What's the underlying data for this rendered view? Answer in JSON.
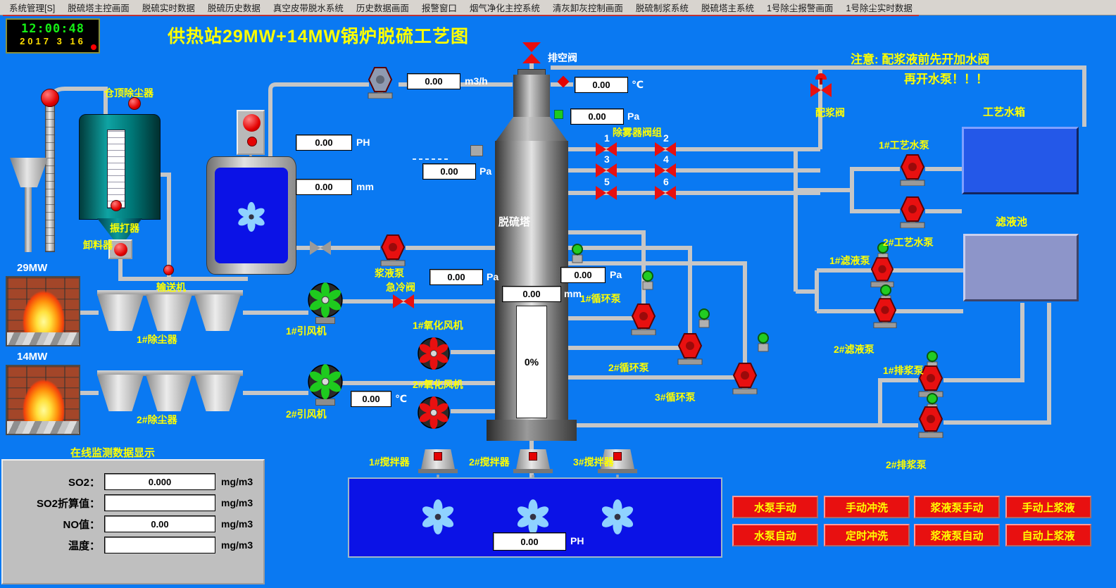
{
  "menu": {
    "items": [
      "系统管理[S]",
      "脱硫塔主控画面",
      "脱硫实时数据",
      "脱硫历史数据",
      "真空皮带脱水系统",
      "历史数据画面",
      "报警窗口",
      "烟气净化主控系统",
      "清灰卸灰控制画面",
      "脱硫制浆系统",
      "脱硫塔主系统",
      "1号除尘报警画面",
      "1号除尘实时数据"
    ]
  },
  "clock": {
    "time": "12:00:48",
    "date": "2017 3 16"
  },
  "header": {
    "title": "供热站29MW+14MW锅炉脱硫工艺图",
    "notice_line1": "注意: 配浆液前先开加水阀",
    "notice_line2": "再开水泵！！！"
  },
  "labels": {
    "silo": "仓顶除尘器",
    "rapper": "振打器",
    "discharger": "卸料器",
    "conveyor": "输送机",
    "boiler29": "29MW",
    "boiler14": "14MW",
    "dust1": "1#除尘器",
    "dust2": "2#除尘器",
    "idfan1": "1#引风机",
    "idfan2": "2#引风机",
    "slurry_pump": "浆液泵",
    "quench_valve": "急冷阀",
    "vent_valve": "排空阀",
    "tower": "脱硫塔",
    "demister_group": "除雾器阀组",
    "oxfan1": "1#氧化风机",
    "oxfan2": "2#氧化风机",
    "circ1": "1#循环泵",
    "circ2": "2#循环泵",
    "circ3": "3#循环泵",
    "prep_valve": "配浆阀",
    "procpump1": "1#工艺水泵",
    "procpump2": "2#工艺水泵",
    "water_tank": "工艺水箱",
    "filtrate_pool": "滤液池",
    "filtpump1": "1#滤液泵",
    "filtpump2": "2#滤液泵",
    "drainpump1": "1#排浆泵",
    "drainpump2": "2#排浆泵",
    "agit1": "1#搅拌器",
    "agit2": "2#搅拌器",
    "agit3": "3#搅拌器"
  },
  "valve_numbers": [
    "1",
    "2",
    "3",
    "4",
    "5",
    "6"
  ],
  "displays": {
    "flow": {
      "value": "0.00",
      "unit": "m3/h"
    },
    "temp_top": {
      "value": "0.00",
      "unit": "℃"
    },
    "pa_top": {
      "value": "0.00",
      "unit": "Pa"
    },
    "ph_tank": {
      "value": "0.00",
      "unit": "PH"
    },
    "pa_duct": {
      "value": "0.00",
      "unit": "Pa"
    },
    "level_tank": {
      "value": "0.00",
      "unit": "mm"
    },
    "pa_inlet": {
      "value": "0.00",
      "unit": "Pa"
    },
    "pa_tower": {
      "value": "0.00",
      "unit": "Pa"
    },
    "tower_level": {
      "value": "0.00",
      "unit": "mm"
    },
    "tower_percent": "0%",
    "temp_flue": {
      "value": "0.00",
      "unit": "℃"
    },
    "pool_ph": {
      "value": "0.00",
      "unit": "PH"
    }
  },
  "monitor": {
    "title": "在线监测数据显示",
    "rows": [
      {
        "label": "SO2：",
        "value": "0.000",
        "unit": "mg/m3"
      },
      {
        "label": "SO2折算值：",
        "value": "",
        "unit": "mg/m3"
      },
      {
        "label": "NO值：",
        "value": "0.00",
        "unit": "mg/m3"
      },
      {
        "label": "温度：",
        "value": "",
        "unit": "mg/m3"
      }
    ]
  },
  "buttons": {
    "items": [
      "水泵手动",
      "手动冲洗",
      "浆液泵手动",
      "手动上浆液",
      "水泵自动",
      "定时冲洗",
      "浆液泵自动",
      "自动上浆液"
    ]
  },
  "colors": {
    "background": "#0a79f2",
    "pipe": "#c6c6c6",
    "alarm_red": "#e81010",
    "label_yellow": "#ffff00",
    "fan_green": "#1ecb1e",
    "water_blue": "#0b12e6"
  }
}
